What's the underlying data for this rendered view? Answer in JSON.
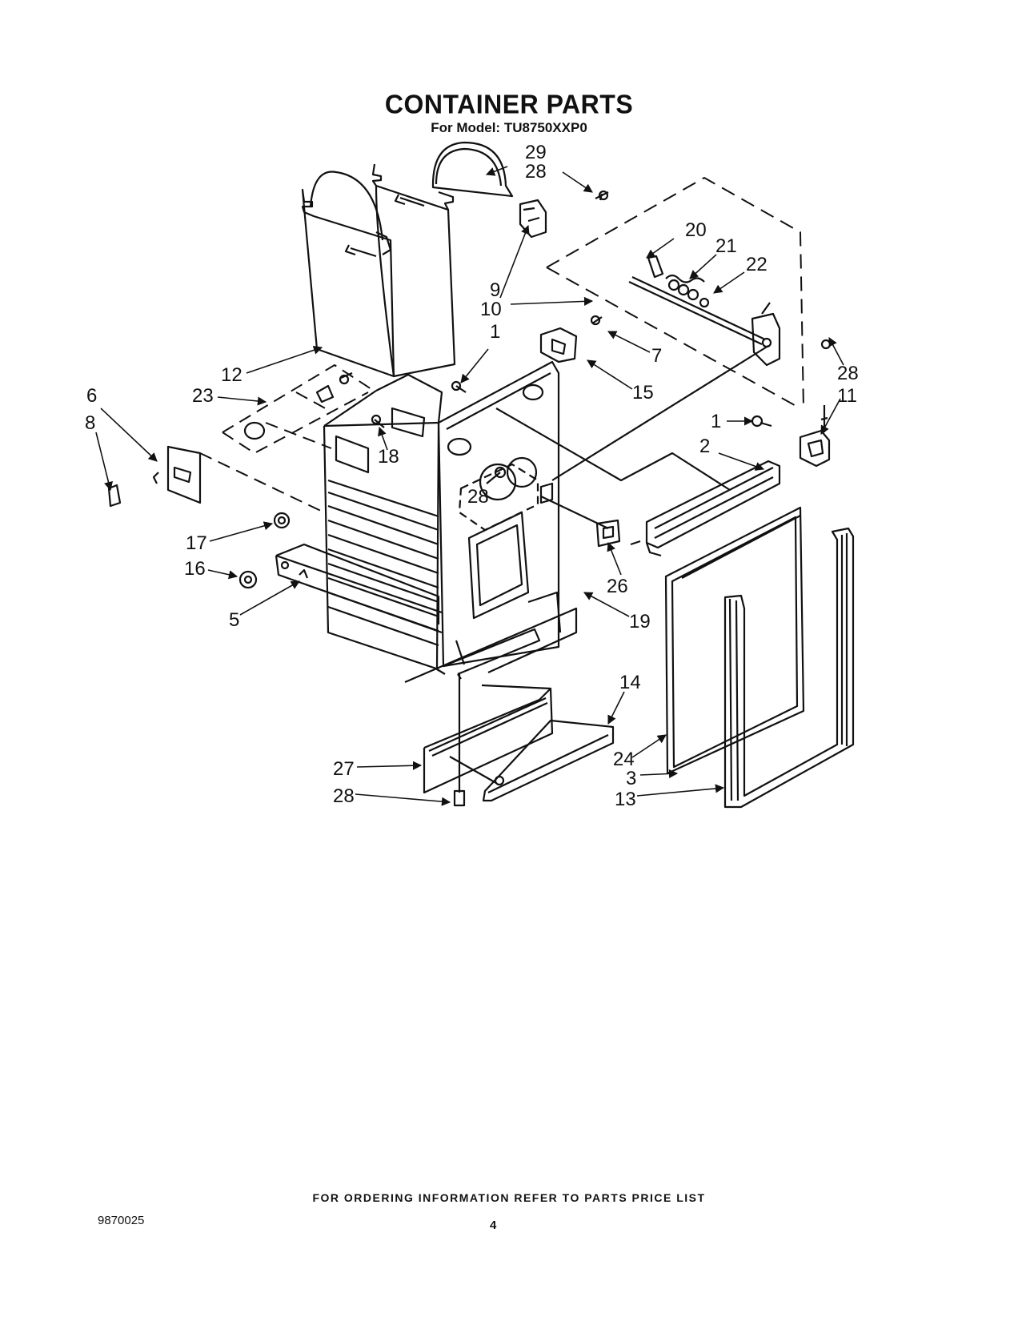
{
  "header": {
    "title": "CONTAINER PARTS",
    "model_line": "For Model: TU8750XXP0"
  },
  "callouts": {
    "c1_top": "1",
    "c1_right": "1",
    "c2": "2",
    "c3": "3",
    "c5": "5",
    "c6": "6",
    "c7": "7",
    "c8": "8",
    "c9": "9",
    "c10": "10",
    "c11": "11",
    "c12": "12",
    "c13": "13",
    "c14": "14",
    "c15": "15",
    "c16": "16",
    "c17": "17",
    "c18": "18",
    "c19": "19",
    "c20": "20",
    "c21": "21",
    "c22": "22",
    "c23": "23",
    "c24": "24",
    "c26": "26",
    "c27": "27",
    "c28_top": "28",
    "c28_right": "28",
    "c28_center": "28",
    "c28_bottom": "28",
    "c29": "29"
  },
  "footer": {
    "ordering_note": "FOR ORDERING INFORMATION REFER TO PARTS PRICE LIST",
    "doc_number": "9870025",
    "page_number": "4"
  }
}
